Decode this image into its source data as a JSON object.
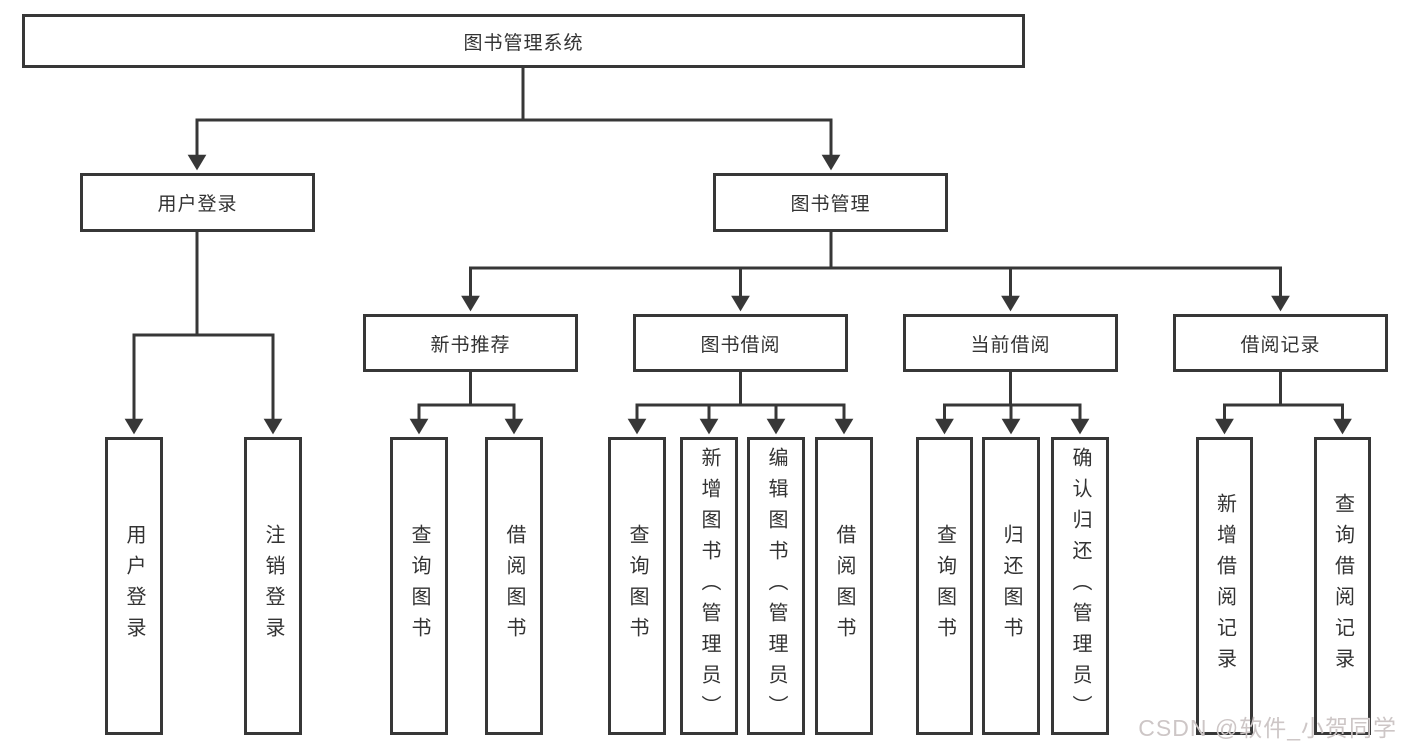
{
  "diagram": {
    "root": {
      "label": "图书管理系统"
    },
    "level2": [
      {
        "label": "用户登录"
      },
      {
        "label": "图书管理"
      }
    ],
    "level3": [
      {
        "label": "新书推荐",
        "parent": "图书管理"
      },
      {
        "label": "图书借阅",
        "parent": "图书管理"
      },
      {
        "label": "当前借阅",
        "parent": "图书管理"
      },
      {
        "label": "借阅记录",
        "parent": "图书管理"
      }
    ],
    "leaves": [
      {
        "label": "用户登录",
        "parent": "用户登录"
      },
      {
        "label": "注销登录",
        "parent": "用户登录"
      },
      {
        "label": "查询图书",
        "parent": "新书推荐"
      },
      {
        "label": "借阅图书",
        "parent": "新书推荐"
      },
      {
        "label": "查询图书",
        "parent": "图书借阅"
      },
      {
        "label": "新增图书（管理员）",
        "parent": "图书借阅"
      },
      {
        "label": "编辑图书（管理员）",
        "parent": "图书借阅"
      },
      {
        "label": "借阅图书",
        "parent": "图书借阅"
      },
      {
        "label": "查询图书",
        "parent": "当前借阅"
      },
      {
        "label": "归还图书",
        "parent": "当前借阅"
      },
      {
        "label": "确认归还（管理员）",
        "parent": "当前借阅"
      },
      {
        "label": "新增借阅记录",
        "parent": "借阅记录"
      },
      {
        "label": "查询借阅记录",
        "parent": "借阅记录"
      }
    ],
    "watermark": "CSDN @软件_小贺同学",
    "colors": {
      "line": "#373737",
      "text": "#333333",
      "watermark": "#cdc6c6",
      "background": "#ffffff"
    }
  }
}
